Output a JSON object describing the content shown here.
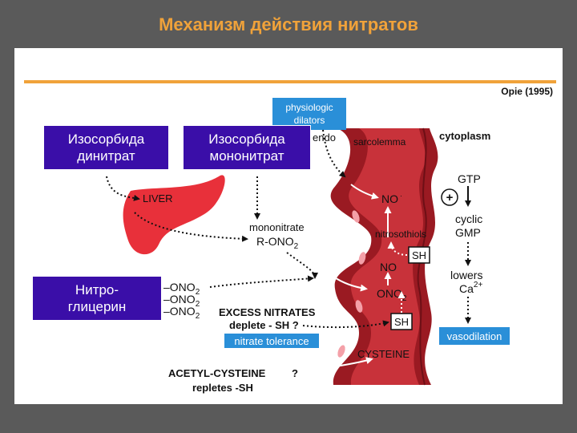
{
  "title": "Механизм действия нитратов",
  "boxes": {
    "isosorbide_dinitrate": [
      "Изосорбида",
      "динитрат"
    ],
    "isosorbide_mononitrate": [
      "Изосорбида",
      "мононитрат"
    ],
    "nitroglycerin": [
      "Нитро-",
      "глицерин"
    ]
  },
  "diagram": {
    "source": "Opie (1995)",
    "physiologic_dilators": [
      "physiologic",
      "dilators"
    ],
    "endo": "endo",
    "sarcolemma": "sarcolemma",
    "cytoplasm": "cytoplasm",
    "liver": "LIVER",
    "mononitrate": "mononitrate",
    "r_ono": "R-ONO",
    "sub2": "2",
    "no": "NO",
    "nitrosothiols": "nitrosothiols",
    "sh": "SH",
    "ono2": "ONO",
    "ono_lines": [
      "–ONO",
      "–ONO",
      "–ONO"
    ],
    "excess_nitrates": "EXCESS NITRATES",
    "deplete_sh": "deplete - SH ?",
    "nitrate_tolerance": "nitrate tolerance",
    "cysteine": "CYSTEINE",
    "acetyl_cysteine": "ACETYL-CYSTEINE",
    "question": "?",
    "repletes_sh": "repletes -SH",
    "gtp": "GTP",
    "plus": "+",
    "cyclic": "cyclic",
    "gmp": "GMP",
    "lowers": "lowers",
    "ca": "Ca",
    "ca_charge": "2+",
    "vasodilation": "vasodilation"
  },
  "colors": {
    "title": "#f0a23a",
    "accent_line": "#f0a23a",
    "box_purple": "#3a0ea8",
    "label_blue": "#2a8fd8",
    "vessel_red": "#b8232c",
    "liver_red": "#e8303a"
  }
}
